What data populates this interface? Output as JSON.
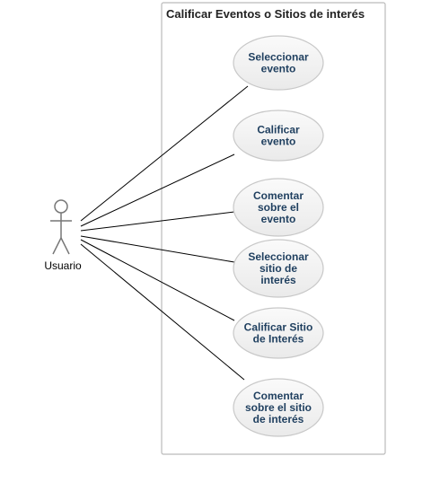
{
  "system": {
    "title": "Calificar Eventos o Sitios de interés"
  },
  "actor": {
    "name": "Usuario"
  },
  "use_cases": [
    {
      "lines": [
        "Seleccionar",
        "evento"
      ]
    },
    {
      "lines": [
        "Calificar",
        "evento"
      ]
    },
    {
      "lines": [
        "Comentar",
        "sobre el",
        "evento"
      ]
    },
    {
      "lines": [
        "Seleccionar",
        "sitio de",
        "interés"
      ]
    },
    {
      "lines": [
        "Calificar Sitio",
        "de Interés"
      ]
    },
    {
      "lines": [
        "Comentar",
        "sobre el sitio",
        "de interés"
      ]
    }
  ],
  "colors": {
    "boundary": "#bbbbbb",
    "usecase_fill": "#f3f3f3",
    "usecase_stroke": "#c8c8c8",
    "usecase_text": "#1f3f5f",
    "actor_stroke": "#777777",
    "association": "#000000"
  }
}
